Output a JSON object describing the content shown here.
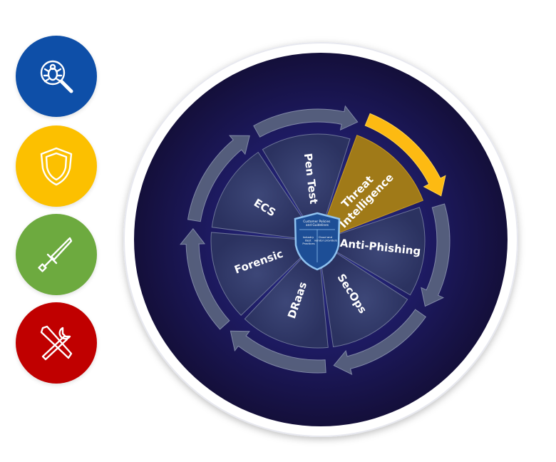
{
  "diagram": {
    "center_badge": {
      "top_text": "Customer Policies and Guidelines",
      "left_text": "Industry Best Practices",
      "right_text": "Cloud and vendor providers"
    },
    "segments": [
      {
        "label": "ECS",
        "highlight": false
      },
      {
        "label": "Pen Test",
        "highlight": false
      },
      {
        "label": "Threat Intelligence",
        "highlight": true
      },
      {
        "label": "Anti-Phishing",
        "highlight": false
      },
      {
        "label": "SecOps",
        "highlight": false
      },
      {
        "label": "DRaas",
        "highlight": false
      },
      {
        "label": "Forensic",
        "highlight": false
      }
    ]
  },
  "sidebar": {
    "items": [
      {
        "icon": "bug-search-icon",
        "color": "#0E4FA8"
      },
      {
        "icon": "shield-icon",
        "color": "#FCC000"
      },
      {
        "icon": "sword-icon",
        "color": "#6DAA3F"
      },
      {
        "icon": "tools-icon",
        "color": "#C00000"
      }
    ]
  },
  "colors": {
    "wheel_bg": "#1A1550",
    "segment": "#323A66",
    "arrow": "#5B6580",
    "highlight": "#A07A18",
    "highlight_arrow": "#FDBA12",
    "badge": "#1D4E96"
  }
}
